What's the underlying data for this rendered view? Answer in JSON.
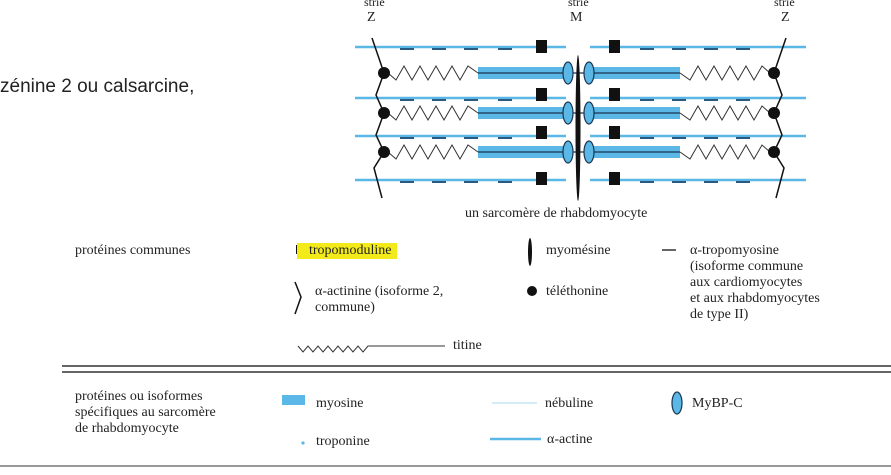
{
  "body_text": {
    "line_partial": "zénine 2 ou calsarcine,"
  },
  "diagram": {
    "label_left_top": "strie",
    "label_left": "Z",
    "label_mid_top": "strie",
    "label_mid": "M",
    "label_right_top": "strie",
    "label_right": "Z",
    "caption": "un sarcomère de rhabdomyocyte"
  },
  "legend_common": {
    "title": "protéines communes",
    "tropomoduline": "tropomoduline",
    "myomesine": "myomésine",
    "tropomyosine": [
      "α-tropomyosine",
      "(isoforme commune",
      "aux cardiomyocytes",
      "et aux rhabdomyocytes",
      "de type II)"
    ],
    "actinine": [
      "α-actinine (isoforme 2,",
      "commune)"
    ],
    "telethonine": "téléthonine",
    "titine": "titine"
  },
  "legend_specific": {
    "title": [
      "protéines ou isoformes",
      "spécifiques au sarcomère",
      "de rhabdomyocyte"
    ],
    "myosine": "myosine",
    "nebuline": "nébuline",
    "mybpc": "MyBP-C",
    "troponine": "troponine",
    "alpha_actine": "α-actine"
  },
  "colors": {
    "blue": "#5bb8e6",
    "highlight": "#f3ea1a"
  }
}
